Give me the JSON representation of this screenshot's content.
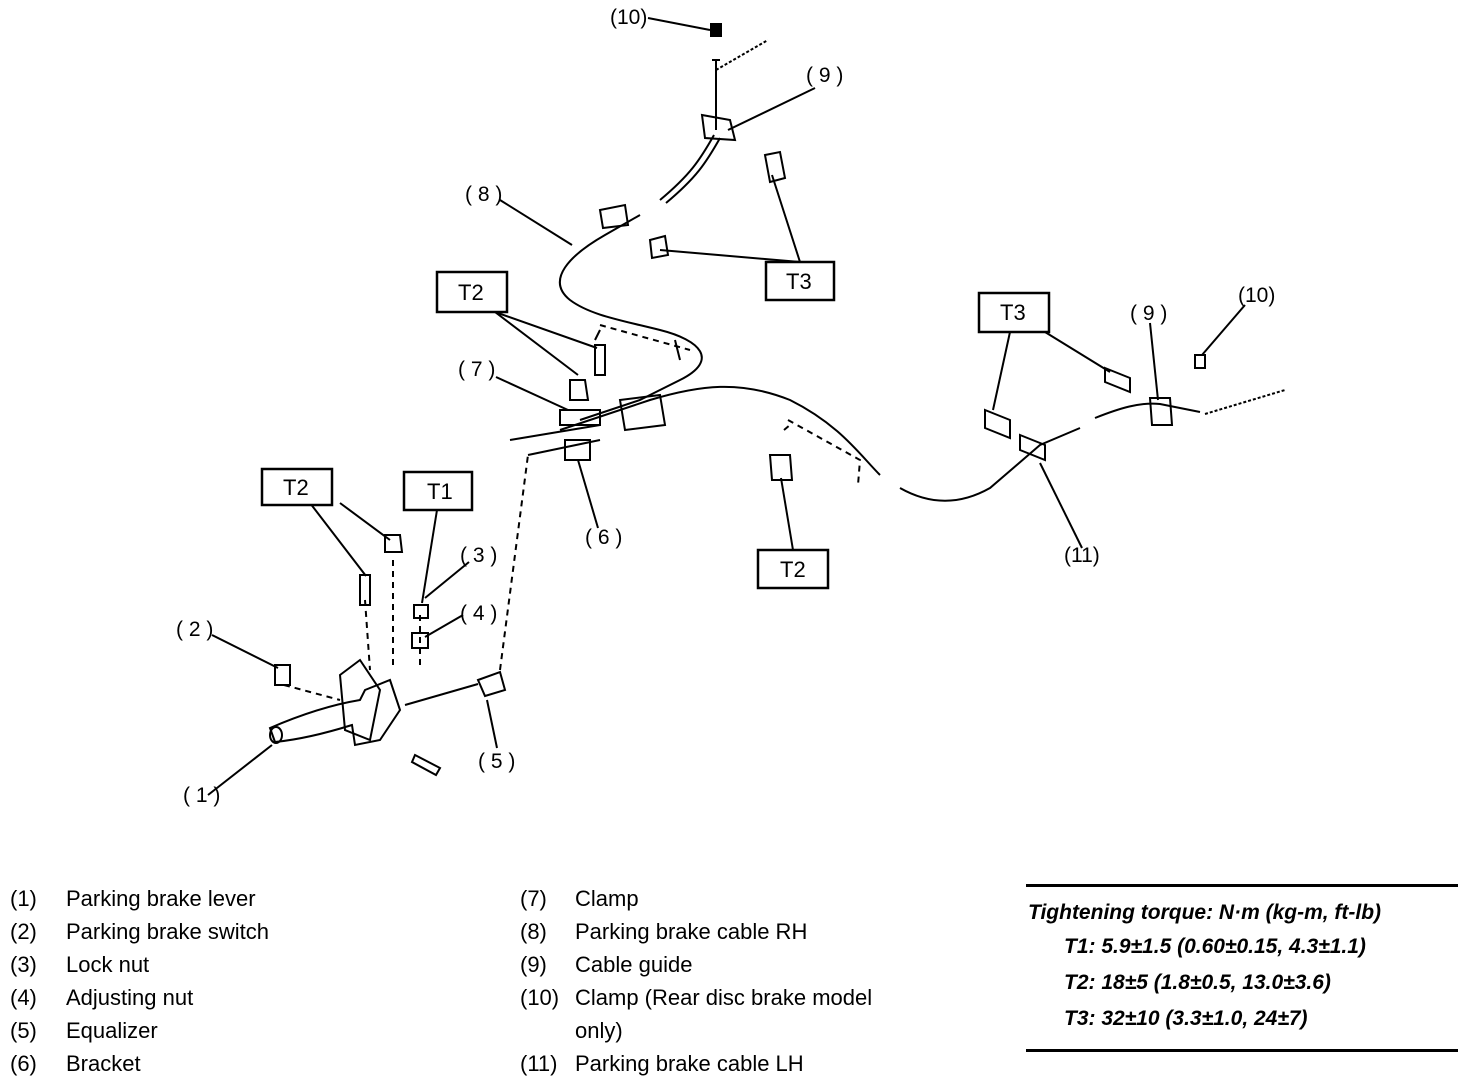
{
  "callouts": {
    "c1": "( 1 )",
    "c2": "( 2 )",
    "c3": "( 3 )",
    "c4": "( 4 )",
    "c5": "( 5 )",
    "c6": "( 6 )",
    "c7": "( 7 )",
    "c8": "( 8 )",
    "c9a": "( 9 )",
    "c9b": "( 9 )",
    "c10a": "(10)",
    "c10b": "(10)",
    "c11": "(11)"
  },
  "torque_boxes": {
    "t2_upper": "T2",
    "t3_upper": "T3",
    "t3_right": "T3",
    "t2_left": "T2",
    "t1": "T1",
    "t2_right": "T2"
  },
  "legend": [
    {
      "num": "(1)",
      "text": "Parking brake lever"
    },
    {
      "num": "(2)",
      "text": "Parking brake switch"
    },
    {
      "num": "(3)",
      "text": "Lock nut"
    },
    {
      "num": "(4)",
      "text": "Adjusting nut"
    },
    {
      "num": "(5)",
      "text": "Equalizer"
    },
    {
      "num": "(6)",
      "text": "Bracket"
    },
    {
      "num": "(7)",
      "text": "Clamp"
    },
    {
      "num": "(8)",
      "text": "Parking brake cable RH"
    },
    {
      "num": "(9)",
      "text": "Cable guide"
    },
    {
      "num": "(10)",
      "text": "Clamp (Rear disc brake model only)"
    },
    {
      "num": "(11)",
      "text": "Parking brake cable LH"
    }
  ],
  "torque_spec": {
    "heading": "Tightening torque: N·m (kg-m, ft-lb)",
    "t1": "T1: 5.9±1.5 (0.60±0.15, 4.3±1.1)",
    "t2": "T2: 18±5 (1.8±0.5, 13.0±3.6)",
    "t3": "T3: 32±10 (3.3±1.0, 24±7)"
  }
}
